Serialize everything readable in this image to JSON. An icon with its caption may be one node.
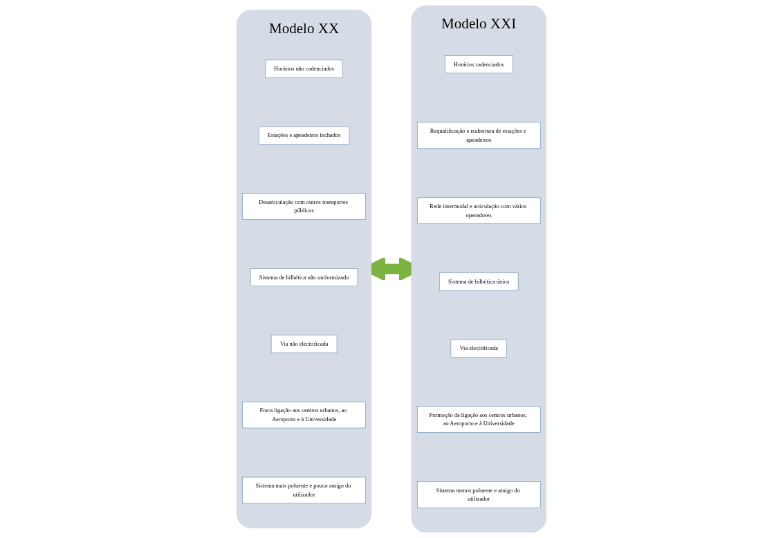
{
  "diagram": {
    "nodes": [
      {
        "text": [
          "Modelo XX"
        ]
      },
      {
        "text": [
          "Horários não cadenciados"
        ],
        "in": 0
      },
      {
        "text": [
          "Estações e apeadeiros fechados"
        ],
        "in": 0
      },
      {
        "text": [
          "Desarticulação com outros transportes públicos"
        ],
        "in": 0
      },
      {
        "text": [
          "Sistema de bilhética não uniformizado"
        ],
        "in": 0
      },
      {
        "text": [
          "Via não electrificada"
        ],
        "in": 0
      },
      {
        "text": [
          "Fraca ligação aos centros urbanos, ao Aeroporto e à Universidade"
        ],
        "in": 0
      },
      {
        "text": [
          "Sistema mais poluente e pouco amigo do utilizador"
        ],
        "in": 0
      },
      {
        "text": [
          "Modelo XXI"
        ]
      },
      {
        "text": [
          "Horários cadenciados"
        ],
        "in": 8
      },
      {
        "text": [
          "Requalificação e reabertura de estações e apeadeiros"
        ],
        "in": 8
      },
      {
        "text": [
          "Rede intermodal e articulação com vários operadores"
        ],
        "in": 8
      },
      {
        "text": [
          "Sistema de bilhética único"
        ],
        "in": 8
      },
      {
        "text": [
          "Via electrificada"
        ],
        "in": 8
      },
      {
        "text": [
          "Promoção da ligação aos centros urbanos, ao Aeroporto e à Universidade"
        ],
        "in": 8
      },
      {
        "text": [
          "Sistema menos poluente e amigo do utilizador"
        ],
        "in": 8
      }
    ],
    "edges": [
      {
        "from": 0,
        "to": 8,
        "arrow": "both",
        "color": "#7cb342"
      }
    ]
  }
}
